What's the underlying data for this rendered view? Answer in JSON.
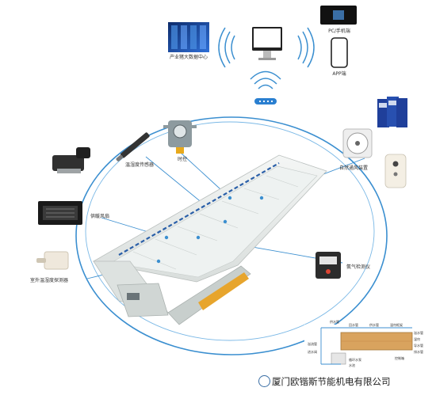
{
  "nodes": {
    "big_data_center": {
      "label": "产业猪大数据中心",
      "icon": "server-room-icon"
    },
    "pc_phone": {
      "label": "PC/手机端",
      "icon": "pc-icon"
    },
    "app": {
      "label": "APP端",
      "icon": "smartphone-icon"
    },
    "router": {
      "icon": "wifi-router-icon"
    },
    "temp_humidity_sensor": {
      "label": "温湿度传感器",
      "icon": "temp-sensor-icon"
    },
    "time_control": {
      "label": "时控",
      "icon": "gas-detector-icon"
    },
    "natural_ventilation": {
      "label": "自然通风装置",
      "icon": "fan-icon"
    },
    "heating_fan": {
      "label": "供暖风扇",
      "icon": "heater-icon"
    },
    "outdoor_temp_humidity": {
      "label": "室外温湿度探测器",
      "icon": "outdoor-sensor-icon"
    },
    "ammonia_detector": {
      "label": "氨气检测仪",
      "icon": "ammonia-detector-icon"
    },
    "control_cabinet": {
      "icon": "control-cabinet-icon"
    },
    "remote": {
      "icon": "remote-control-icon"
    },
    "pressure_washer": {
      "icon": "pressure-washer-icon"
    },
    "cooling_pad_system": {
      "icon": "cooling-pad-diagram",
      "labels": [
        "供水管",
        "回水管",
        "供水管",
        "湿帘框架",
        "溢水管",
        "湿帘",
        "导水管",
        "排水管",
        "溢流管",
        "循环水泵",
        "进水阀",
        "水池",
        "控制箱"
      ]
    }
  },
  "brand": {
    "text": "厦门欧锴斯节能机电有限公司",
    "icon": "wechat-icon"
  },
  "colors": {
    "network_line": "#3b8fd0",
    "building_accent": "#2a5fa8",
    "building_yellow": "#e7a52d",
    "building_gray": "#e9eceb"
  }
}
